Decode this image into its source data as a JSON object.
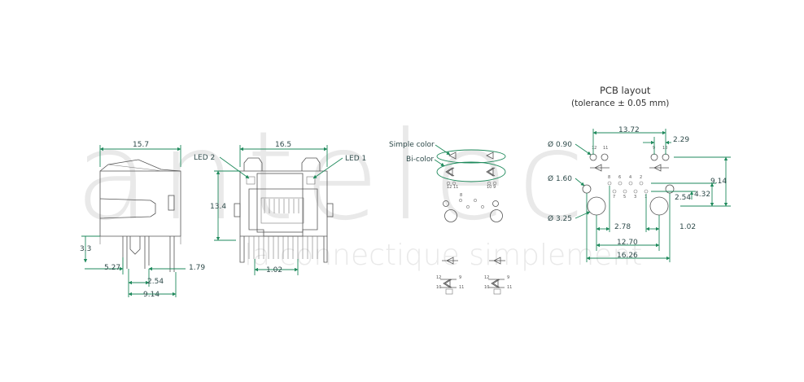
{
  "watermark": {
    "brand": "antelec",
    "tagline": "la connectique simplement"
  },
  "pcb": {
    "title": "PCB layout",
    "subtitle": "(tolerance ± 0.05 mm)"
  },
  "legend": {
    "simple": "Simple color",
    "bi": "Bi-color"
  },
  "labels": {
    "led2": "LED 2",
    "led1": "LED 1"
  },
  "side_view_dims": {
    "width_top": "15.7",
    "height": "3.3",
    "d527": "5.27",
    "d179": "1.79",
    "d254": "2.54",
    "d914": "9.14"
  },
  "front_view_dims": {
    "width_top": "16.5",
    "height": "13.4",
    "d102": "1.02"
  },
  "pcb_dims": {
    "d1372": "13.72",
    "d229": "2.29",
    "d914": "9.14",
    "d432": "4.32",
    "d254": "2.54",
    "d278": "2.78",
    "d102": "1.02",
    "d1270": "12.70",
    "d1626": "16.26",
    "dia090": "Ø 0.90",
    "dia160": "Ø 1.60",
    "dia325": "Ø 3.25"
  },
  "pin_numbers": {
    "p12": "12",
    "p11": "11",
    "p9": "9",
    "p10": "10",
    "p8": "8",
    "p6": "6",
    "p4": "4",
    "p2": "2",
    "p7": "7",
    "p5": "5",
    "p3": "3",
    "p1": "1"
  }
}
